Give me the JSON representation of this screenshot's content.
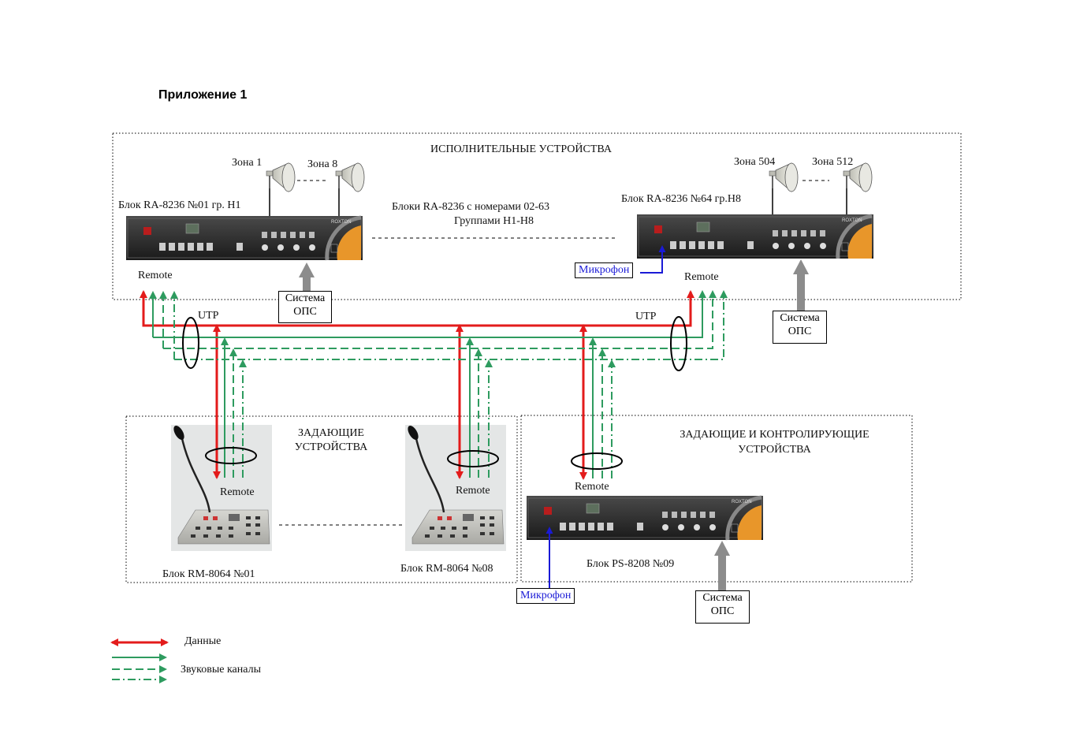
{
  "page_title": "Приложение 1",
  "colors": {
    "data": "#e31b1b",
    "audio": "#2e9b5f",
    "mic": "#1a1ad6",
    "ops": "#8c8c8c"
  },
  "sections": {
    "executive": "ИСПОЛНИТЕЛЬНЫЕ УСТРОЙСТВА",
    "control_line1": "ЗАДАЮЩИЕ",
    "control_line2": "УСТРОЙСТВА",
    "monitor_line1": "ЗАДАЮЩИЕ И КОНТРОЛИРУЮЩИЕ",
    "monitor_line2": "УСТРОЙСТВА"
  },
  "zones": {
    "z1": "Зона 1",
    "z8": "Зона 8",
    "z504": "Зона 504",
    "z512": "Зона 512"
  },
  "units": {
    "ra01": "Блок RA-8236 №01 гр. Н1",
    "ra64": "Блок RA-8236 №64 гр.Н8",
    "ra_mid_line1": "Блоки RA-8236 с номерами 02-63",
    "ra_mid_line2": "Группами Н1-Н8",
    "rm01": "Блок RM-8064 №01",
    "rm08": "Блок RM-8064 №08",
    "ps09": "Блок PS-8208 №09"
  },
  "labels": {
    "remote": "Remote",
    "utp": "UTP",
    "mic": "Микрофон",
    "ops_line1": "Система",
    "ops_line2": "ОПС"
  },
  "device_brand": "ROXTON",
  "legend": {
    "data": "Данные",
    "audio": "Звуковые каналы"
  }
}
